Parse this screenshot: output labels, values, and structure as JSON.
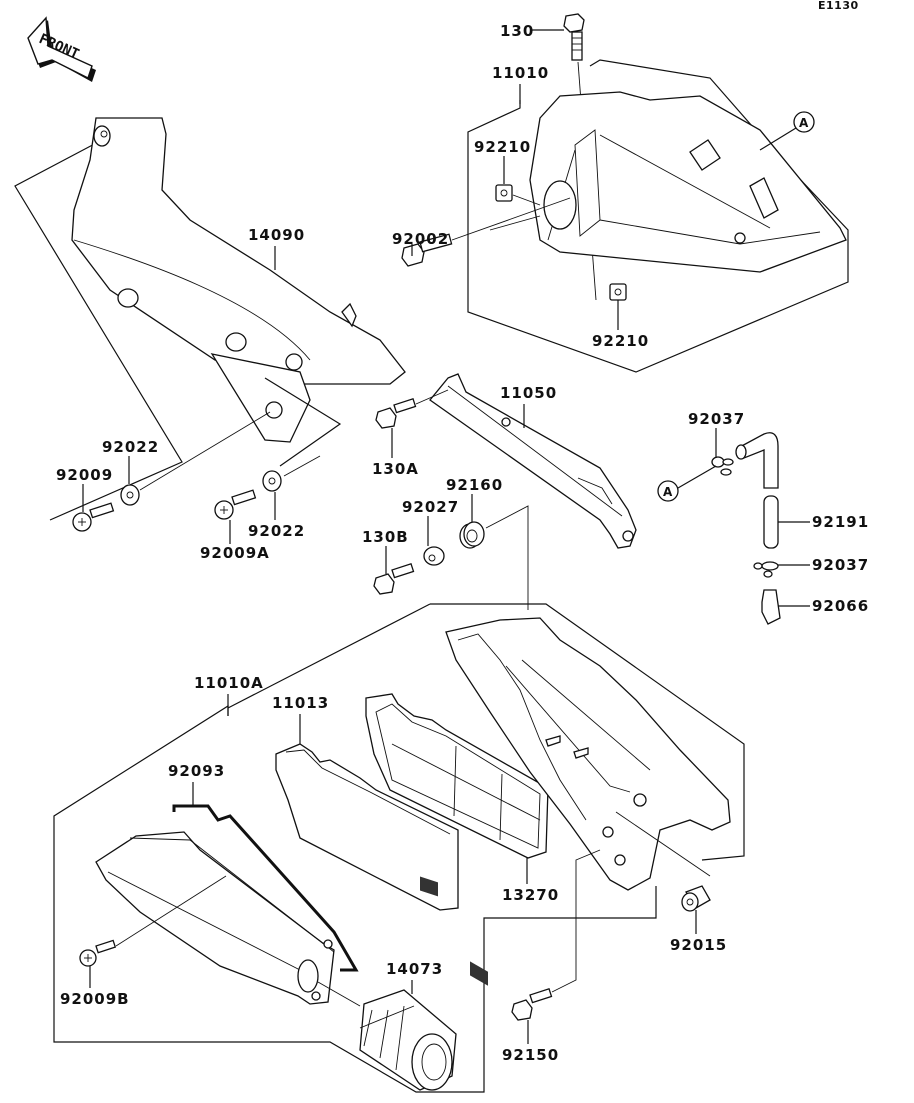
{
  "diagram": {
    "code": "E1130",
    "front_indicator": "FRONT",
    "reference_marker": "A",
    "labels": {
      "p130": "130",
      "p11010": "11010",
      "p92210_top": "92210",
      "p92002": "92002",
      "p92210_bottom": "92210",
      "p14090": "14090",
      "p92022_left": "92022",
      "p92009": "92009",
      "p92009A": "92009A",
      "p92022_right": "92022",
      "p11050": "11050",
      "p130A": "130A",
      "p92160": "92160",
      "p92027": "92027",
      "p130B": "130B",
      "p92037_top": "92037",
      "p92191": "92191",
      "p92037_bottom": "92037",
      "p92066": "92066",
      "p11010A": "11010A",
      "p11013": "11013",
      "p92093": "92093",
      "p13270": "13270",
      "p92015": "92015",
      "p92009B": "92009B",
      "p14073": "14073",
      "p92150": "92150"
    }
  }
}
